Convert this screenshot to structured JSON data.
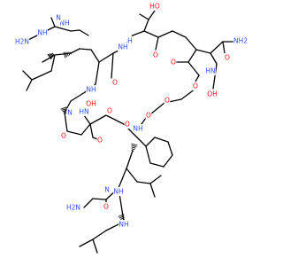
{
  "structure": {
    "colors": {
      "oxygen": "#ff0d0d",
      "nitrogen": "#3050f8",
      "carbon": "#000000",
      "background": "#ffffff"
    },
    "atom_labels": [
      {
        "id": "oh-top",
        "text": "HO",
        "element": "O"
      },
      {
        "id": "nh-top",
        "text": "NH",
        "element": "N"
      },
      {
        "id": "n-top",
        "text": "N",
        "element": "N"
      },
      {
        "id": "o-top",
        "text": "O",
        "element": "O"
      },
      {
        "id": "h-n-top",
        "text": "H",
        "element": "N"
      },
      {
        "id": "nh2-amide",
        "text": "NH2",
        "element": "N"
      },
      {
        "id": "h2n-guan",
        "text": "H2N",
        "element": "N"
      },
      {
        "id": "nh-guan",
        "text": "NH",
        "element": "N"
      },
      {
        "id": "o-ring-1",
        "text": "O",
        "element": "O"
      },
      {
        "id": "o-ring-2",
        "text": "O",
        "element": "O"
      },
      {
        "id": "nh-ring-3",
        "text": "NH",
        "element": "N"
      },
      {
        "id": "o-amide",
        "text": "O",
        "element": "O"
      },
      {
        "id": "hn-ring",
        "text": "HN",
        "element": "N"
      },
      {
        "id": "oh-right",
        "text": "OH",
        "element": "O"
      },
      {
        "id": "nh-ring-4",
        "text": "NH",
        "element": "N"
      },
      {
        "id": "o-ring-3",
        "text": "O",
        "element": "O"
      },
      {
        "id": "o-ester-1",
        "text": "O",
        "element": "O"
      },
      {
        "id": "o-ester-2",
        "text": "O",
        "element": "O"
      },
      {
        "id": "oh-mid",
        "text": "OH",
        "element": "O"
      },
      {
        "id": "hn-left",
        "text": "HN",
        "element": "N"
      },
      {
        "id": "o-mid",
        "text": "O",
        "element": "O"
      },
      {
        "id": "n-mid",
        "text": "N",
        "element": "N"
      },
      {
        "id": "o-ring-4",
        "text": "O",
        "element": "O"
      },
      {
        "id": "nh-bottom",
        "text": "NH",
        "element": "N"
      },
      {
        "id": "o-bottom-1",
        "text": "O",
        "element": "O"
      },
      {
        "id": "h2n-bottom",
        "text": "H2N",
        "element": "N"
      },
      {
        "id": "o-bottom-2",
        "text": "O",
        "element": "O"
      },
      {
        "id": "nh-bottom-2",
        "text": "NH",
        "element": "N"
      },
      {
        "id": "n-left",
        "text": "N",
        "element": "N"
      },
      {
        "id": "o-left",
        "text": "O",
        "element": "O"
      },
      {
        "id": "nh-left-2",
        "text": "NH",
        "element": "N"
      }
    ]
  }
}
